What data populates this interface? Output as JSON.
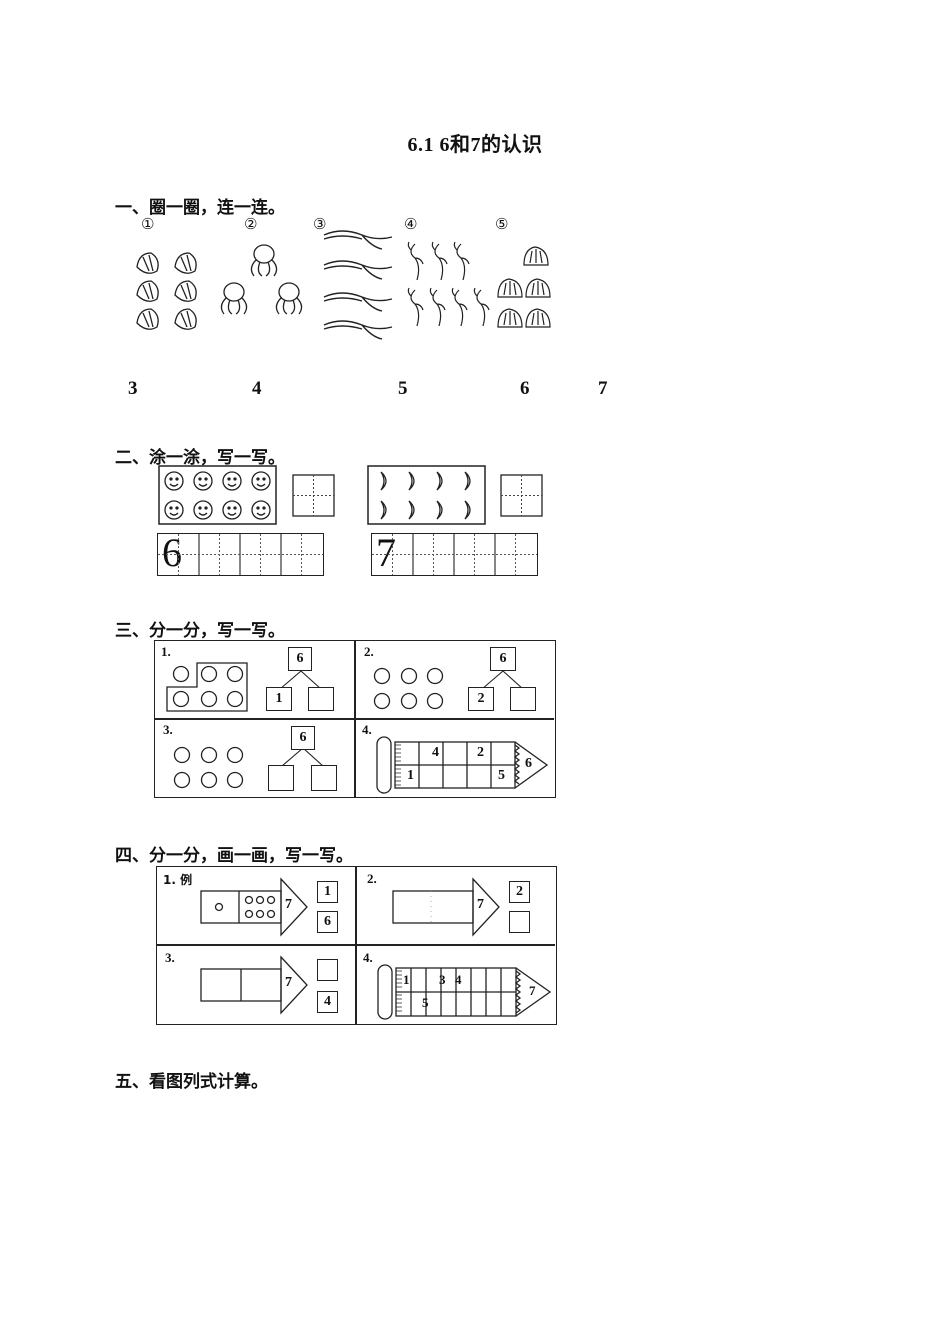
{
  "title": "6.1   6和7的认识",
  "sections": {
    "s1": "一、圈一圈，连一连。",
    "s2": "二、涂一涂，写一写。",
    "s3": "三、分一分，写一写。",
    "s4": "四、分一分，画一画，写一写。",
    "s5": "五、看图列式计算。"
  },
  "s1": {
    "markers": [
      "①",
      "②",
      "③",
      "④",
      "⑤"
    ],
    "numbers": [
      "3",
      "4",
      "5",
      "6",
      "7"
    ]
  },
  "s2": {
    "digit_a": "6",
    "digit_b": "7"
  },
  "s3": {
    "labels": [
      "1.",
      "2.",
      "3.",
      "4."
    ],
    "p1_top": "6",
    "p1_left": "1",
    "p2_top": "6",
    "p2_left": "2",
    "p3_top": "6",
    "p4_nums": [
      "4",
      "2",
      "1",
      "5"
    ],
    "p4_tip": "6"
  },
  "s4": {
    "labels": [
      "1. 例",
      "2.",
      "3.",
      "4."
    ],
    "p1_arrow": "7",
    "p1_box1": "1",
    "p1_box2": "6",
    "p2_arrow": "7",
    "p2_box1": "2",
    "p3_arrow": "7",
    "p3_box2": "4",
    "p4_nums": [
      "1",
      "3",
      "4",
      "5"
    ],
    "p4_tip": "7"
  }
}
